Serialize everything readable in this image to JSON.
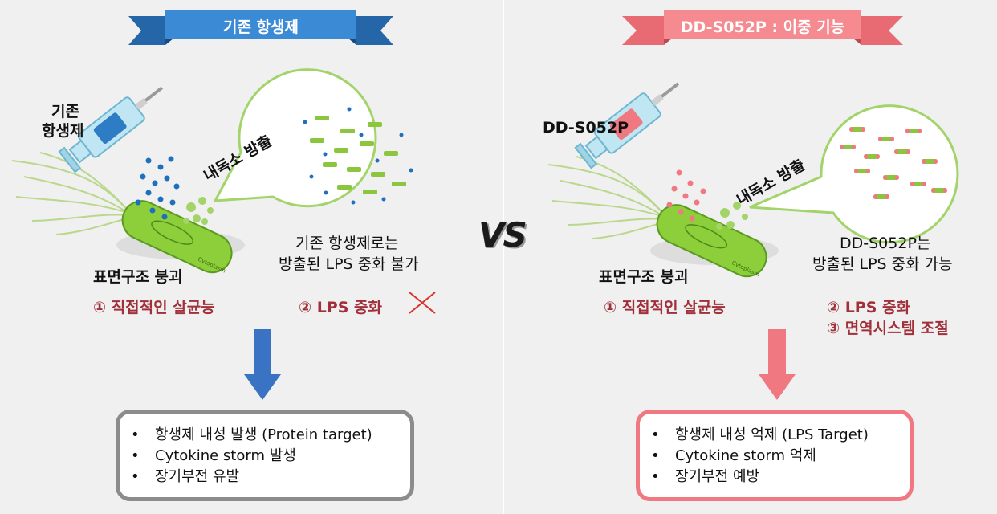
{
  "left": {
    "banner": "기존 항생제",
    "syringe_label_line1": "기존",
    "syringe_label_line2": "항생제",
    "toxin_label": "내독소 방출",
    "bubble_caption_line1": "기존 항생제로는",
    "bubble_caption_line2": "방출된 LPS 중화 불가",
    "surface_label": "표면구조 붕괴",
    "effect1": "① 직접적인 살균능",
    "effect2": "② LPS 중화",
    "cytoplasm": "Cytoplasm",
    "result_items": [
      "항생제 내성 발생 (Protein target)",
      "Cytokine storm 발생",
      "장기부전 유발"
    ],
    "accent": "#2e7cc4"
  },
  "right": {
    "banner": "DD-S052P : 이중 기능",
    "syringe_label": "DD-S052P",
    "toxin_label": "내독소 방출",
    "bubble_caption_line1": "DD-S052P는",
    "bubble_caption_line2": "방출된 LPS 중화 가능",
    "surface_label": "표면구조 붕괴",
    "effect1": "① 직접적인 살균능",
    "effect2": "② LPS 중화",
    "effect3": "③ 면역시스템 조절",
    "cytoplasm": "Cytoplasm",
    "result_items": [
      "항생제 내성 억제 (LPS Target)",
      "Cytokine storm 억제",
      "장기부전 예방"
    ],
    "accent": "#f07880"
  },
  "vs": "VS",
  "bullet": "•"
}
